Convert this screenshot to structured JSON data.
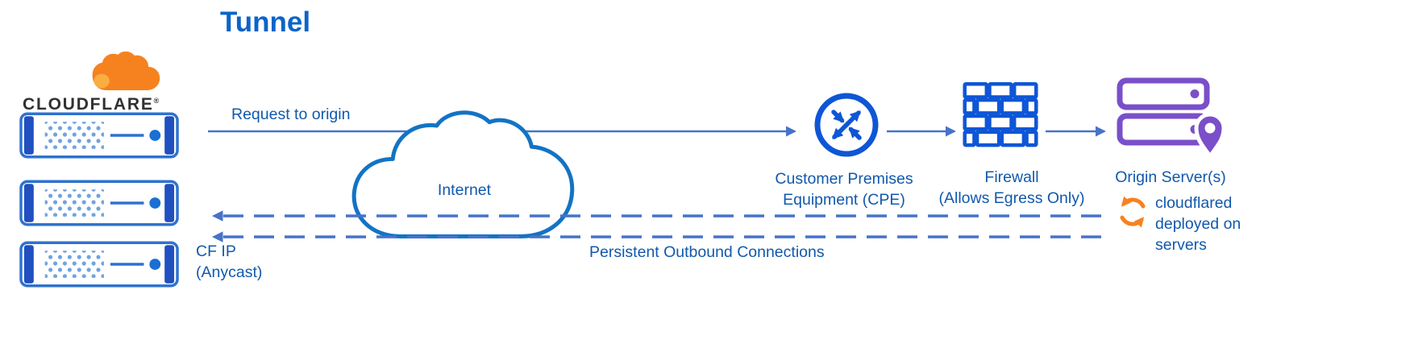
{
  "title": "Tunnel",
  "palette": {
    "label_blue": "#1159ad",
    "title_blue": "#0b64c9",
    "icon_blue": "#0e56d6",
    "arrow_blue": "#4673c8",
    "cloud_blue": "#1373c4",
    "purple": "#7a4fc9",
    "orange": "#F6821F"
  },
  "logo": {
    "name": "CLOUDFLARE",
    "registered": "®"
  },
  "flow": {
    "request_label": "Request to origin",
    "internet_label": "Internet",
    "cf_ip": {
      "line1": "CF IP",
      "line2": "(Anycast)"
    },
    "persistent_label": "Persistent Outbound Connections"
  },
  "nodes": {
    "cpe": {
      "line1": "Customer Premises",
      "line2": "Equipment (CPE)"
    },
    "firewall": {
      "line1": "Firewall",
      "line2": "(Allows Egress Only)"
    },
    "origin": {
      "label": "Origin Server(s)"
    },
    "cloudflared": {
      "line1": "cloudflared",
      "line2": "deployed on",
      "line3": "servers"
    }
  },
  "icons": {
    "cloudflare_cloud": "orange cloud logo",
    "edge_server": "blue rack server",
    "internet_cloud": "blue cloud outline",
    "cpe_router": "circle with crossing traffic arrows",
    "firewall": "blue brick wall",
    "origin_server": "purple servers with location pin",
    "cloudflared_sync": "orange circular sync arrows"
  }
}
